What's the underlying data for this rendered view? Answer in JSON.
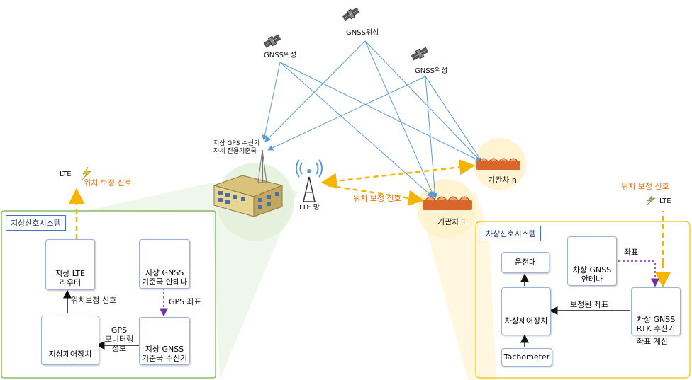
{
  "satellites": [
    {
      "label": "GNSS위성"
    },
    {
      "label": "GNSS위성"
    },
    {
      "label": "GNSS위성"
    }
  ],
  "ground_station": {
    "label_line1": "지상 GPS 수신기",
    "label_line2": "자체 전용기준국"
  },
  "lte_network": {
    "label": "LTE 망"
  },
  "trains": [
    {
      "label": "기관차 n"
    },
    {
      "label": "기관차 1"
    }
  ],
  "signals": {
    "center": "위치 보정 신호",
    "left": "위치 보정 신호",
    "right": "위치 보정 신호",
    "lte_left": "LTE",
    "lte_right": "LTE"
  },
  "ground_system": {
    "title": "지상신호시스템",
    "router": {
      "line1": "지상 LTE",
      "line2": "라우터"
    },
    "antenna": {
      "line1": "지상 GNSS",
      "line2": "기준국 안테나"
    },
    "receiver": {
      "line1": "지상 GNSS",
      "line2": "기준국 수신기"
    },
    "controller": {
      "label": "지상제어장치"
    },
    "arrow_router_label": "위치보정 신호",
    "arrow_gps_label": "GPS 좌표",
    "arrow_monitor_line1": "GPS",
    "arrow_monitor_line2": "모니터링",
    "arrow_monitor_line3": "정보"
  },
  "vehicle_system": {
    "title": "차상신호시스템",
    "driver_console": {
      "label": "운전대"
    },
    "antenna": {
      "line1": "차상 GNSS",
      "line2": "안테나"
    },
    "controller": {
      "label": "차상제어장치"
    },
    "receiver": {
      "line1": "차상 GNSS",
      "line2": "RTK 수신기"
    },
    "tachometer": {
      "label": "Tachometer"
    },
    "arrow_coord_label": "좌표",
    "arrow_corrected_label": "보정된 좌표",
    "calc_label": "좌표 계산"
  },
  "colors": {
    "ground_border": "#70ad47",
    "vehicle_border": "#f2c200",
    "signal_arrow": "#f4b400",
    "satellite_line": "#5b9bd5",
    "gps_arrow": "#7030a0"
  }
}
